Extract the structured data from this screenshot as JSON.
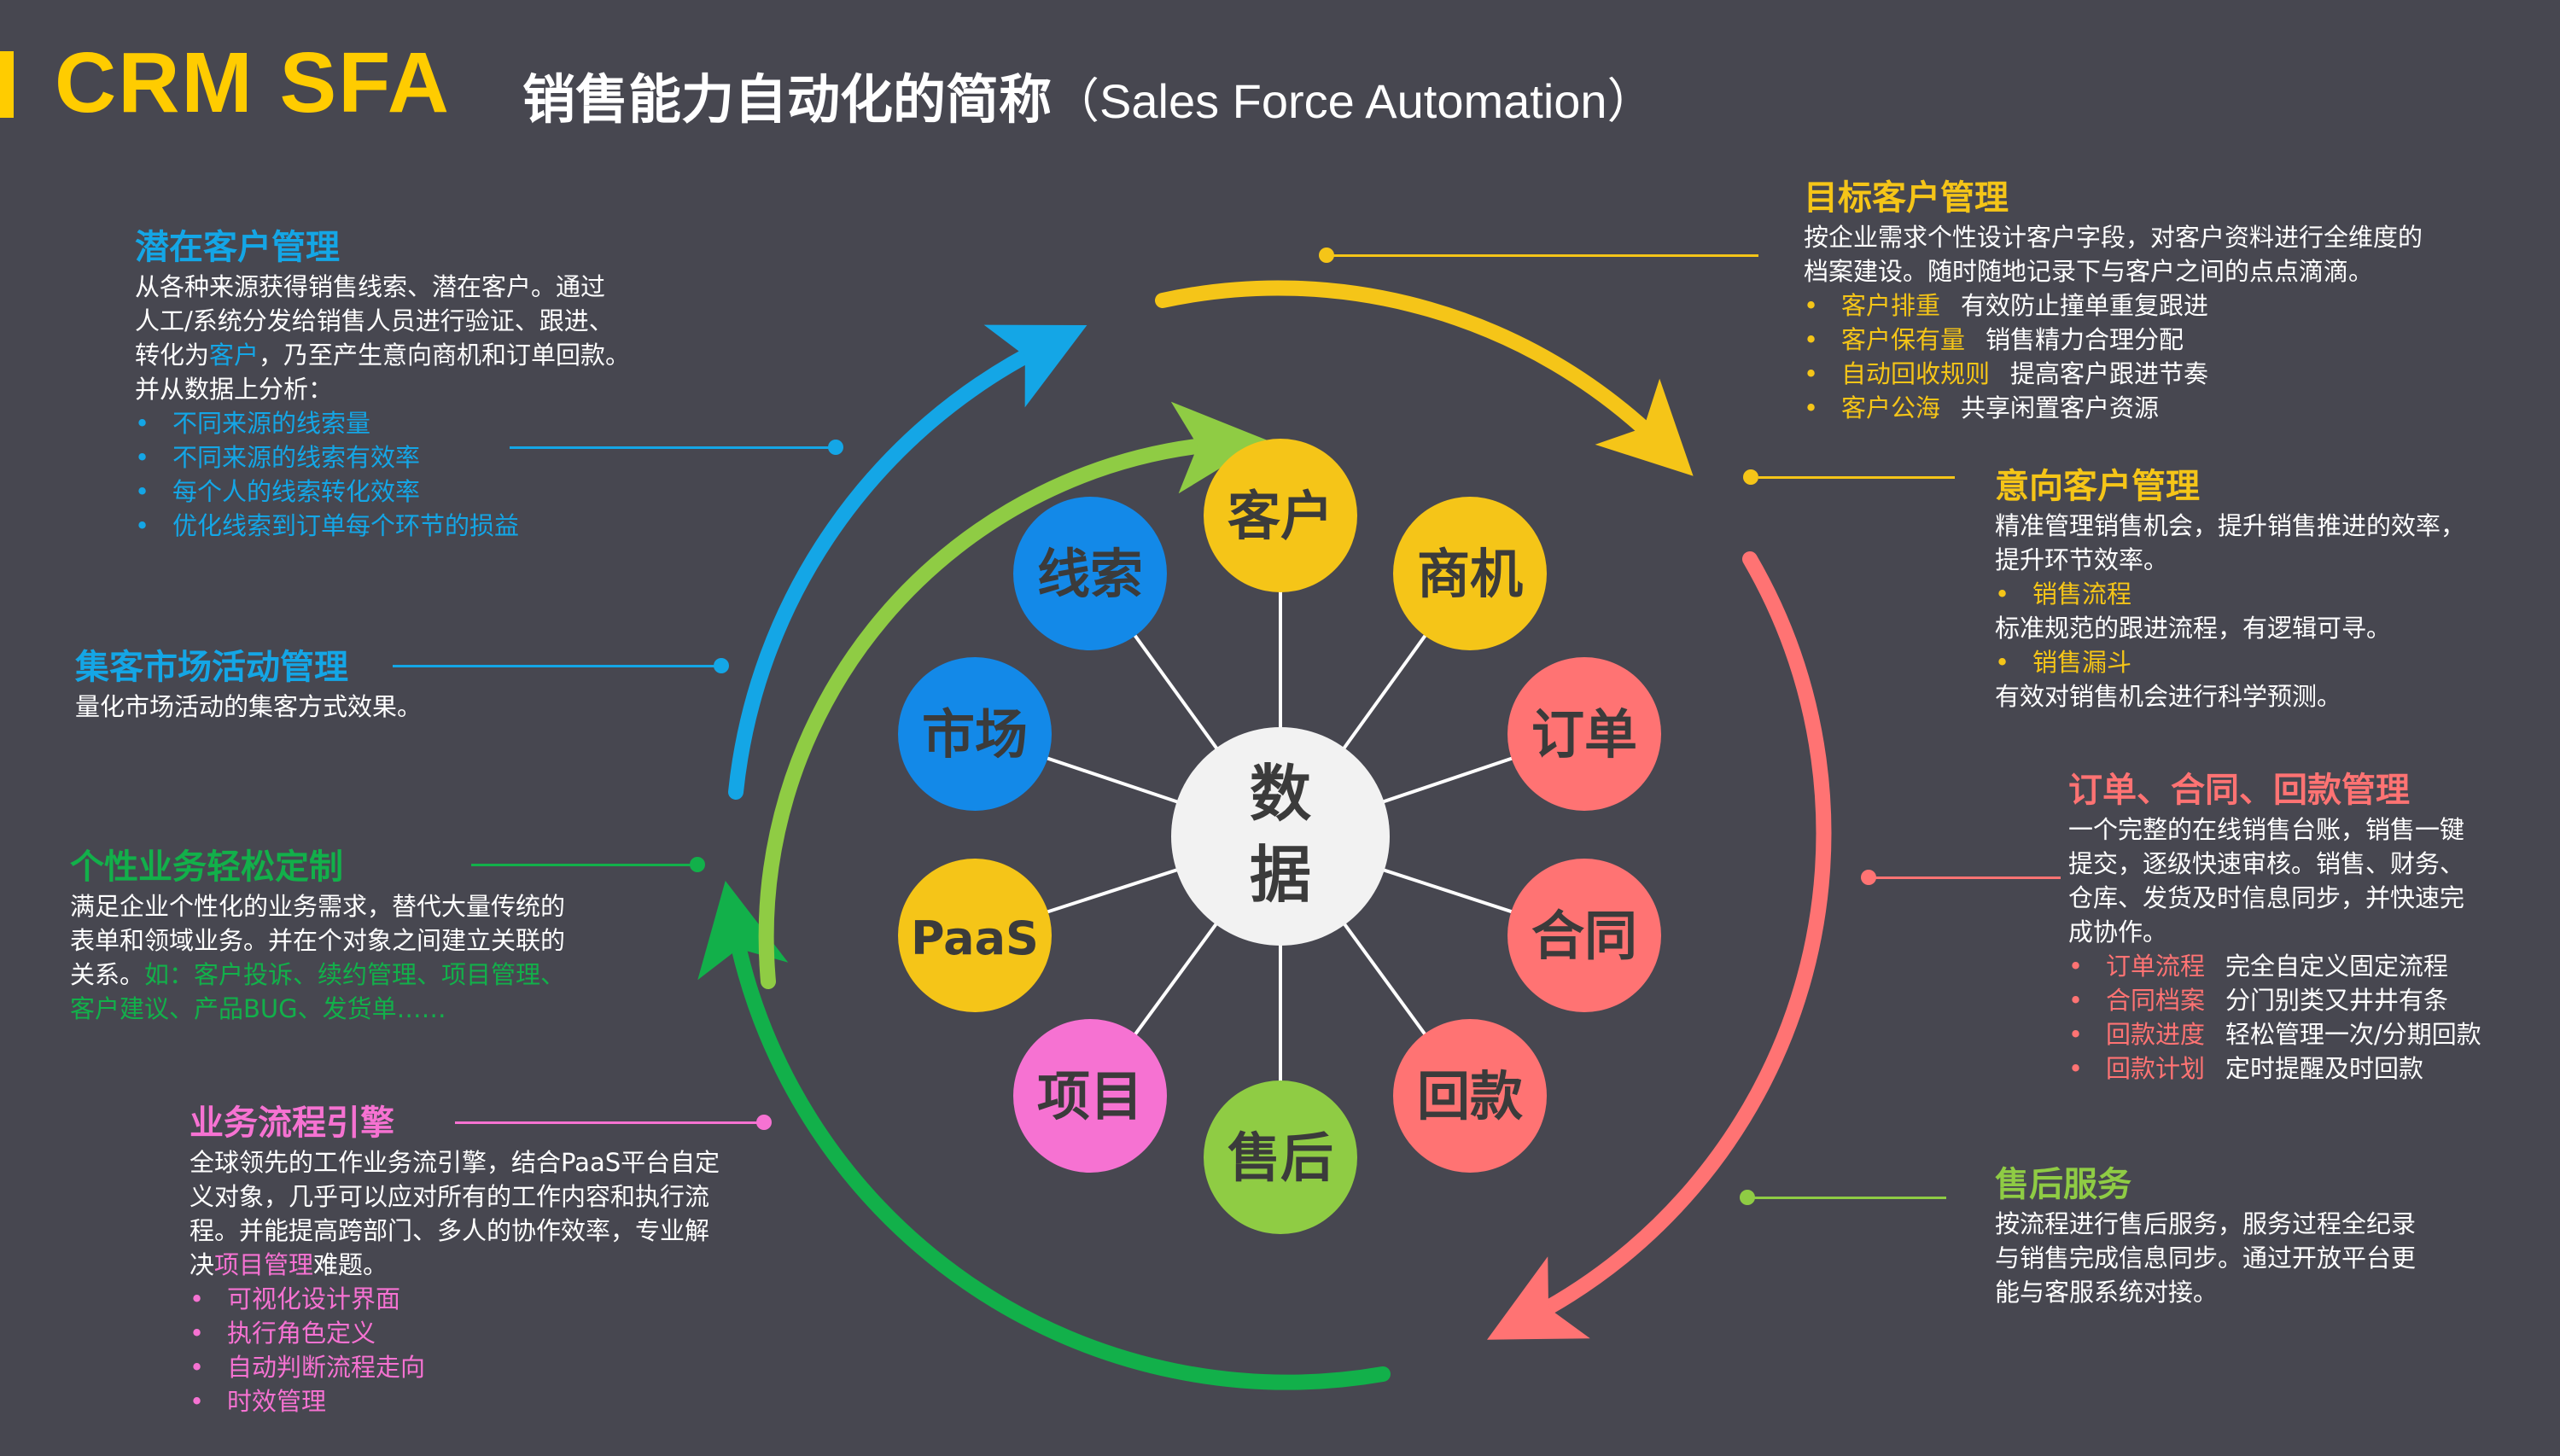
{
  "title": {
    "main": "CRM  SFA",
    "sub": "销售能力自动化的简称",
    "en": "（Sales Force Automation）"
  },
  "colors": {
    "background": "#474750",
    "yellow": "#f5c518",
    "blue": "#14a6e6",
    "green": "#12b04a",
    "lime": "#8fcc44",
    "pink": "#f672d2",
    "salmon": "#ff7373",
    "center": "#f2f2f2"
  },
  "center": {
    "line1": "数",
    "line2": "据"
  },
  "nodes": [
    {
      "id": "customer",
      "label": "客户",
      "color": "#f5c518"
    },
    {
      "id": "opportunity",
      "label": "商机",
      "color": "#f5c518"
    },
    {
      "id": "order",
      "label": "订单",
      "color": "#ff7373"
    },
    {
      "id": "contract",
      "label": "合同",
      "color": "#ff7373"
    },
    {
      "id": "payment",
      "label": "回款",
      "color": "#ff7373"
    },
    {
      "id": "aftersales",
      "label": "售后",
      "color": "#8fcc44"
    },
    {
      "id": "project",
      "label": "项目",
      "color": "#f672d2"
    },
    {
      "id": "paas",
      "label": "PaaS",
      "color": "#f5c518"
    },
    {
      "id": "market",
      "label": "市场",
      "color": "#1389e8"
    },
    {
      "id": "lead",
      "label": "线索",
      "color": "#1389e8"
    }
  ],
  "sections": {
    "potential": {
      "title": "潜在客户管理",
      "body1": "从各种来源获得销售线索、潜在客户。通过",
      "body2": "人工/系统分发给销售人员进行验证、跟进、",
      "body3a": "转化为",
      "body3b": "客户",
      "body3c": "，乃至产生意向商机和订单回款。",
      "body4": "并从数据上分析：",
      "bullets": [
        "不同来源的线索量",
        "不同来源的线索有效率",
        "每个人的线索转化效率",
        "优化线索到订单每个环节的损益"
      ]
    },
    "market": {
      "title": "集客市场活动管理",
      "body": "量化市场活动的集客方式效果。"
    },
    "custom": {
      "title": "个性业务轻松定制",
      "body1": "满足企业个性化的业务需求，替代大量传统的",
      "body2": "表单和领域业务。并在个对象之间建立关联的",
      "body3a": "关系。",
      "body3b": "如：客户投诉、续约管理、项目管理、",
      "body4": "客户建议、产品BUG、发货单……"
    },
    "process": {
      "title": "业务流程引擎",
      "body1": "全球领先的工作业务流引擎，结合PaaS平台自定",
      "body2": "义对象，几乎可以应对所有的工作内容和执行流",
      "body3": "程。并能提高跨部门、多人的协作效率，专业解",
      "body4a": "决",
      "body4b": "项目管理",
      "body4c": "难题。",
      "bullets": [
        "可视化设计界面",
        "执行角色定义",
        "自动判断流程走向",
        "时效管理"
      ]
    },
    "target": {
      "title": "目标客户管理",
      "body1": "按企业需求个性设计客户字段，对客户资料进行全维度的",
      "body2": "档案建设。随时随地记录下与客户之间的点点滴滴。",
      "bullets": [
        {
          "term": "客户排重",
          "desc": "有效防止撞单重复跟进"
        },
        {
          "term": "客户保有量",
          "desc": "销售精力合理分配"
        },
        {
          "term": "自动回收规则",
          "desc": "提高客户跟进节奏"
        },
        {
          "term": "客户公海",
          "desc": "共享闲置客户资源"
        }
      ]
    },
    "intent": {
      "title": "意向客户管理",
      "body1": "精准管理销售机会，提升销售推进的效率，",
      "body2": "提升环节效率。",
      "b1": "销售流程",
      "b1desc": "标准规范的跟进流程，有逻辑可寻。",
      "b2": "销售漏斗",
      "b2desc": "有效对销售机会进行科学预测。"
    },
    "order": {
      "title": "订单、合同、回款管理",
      "body1": "一个完整的在线销售台账，销售一键",
      "body2": "提交，逐级快速审核。销售、财务、",
      "body3": "仓库、发货及时信息同步，并快速完",
      "body4": "成协作。",
      "bullets": [
        {
          "term": "订单流程",
          "desc": "完全自定义固定流程"
        },
        {
          "term": "合同档案",
          "desc": "分门别类又井井有条"
        },
        {
          "term": "回款进度",
          "desc": "轻松管理一次/分期回款"
        },
        {
          "term": "回款计划",
          "desc": "定时提醒及时回款"
        }
      ]
    },
    "service": {
      "title": "售后服务",
      "body1": "按流程进行售后服务，服务过程全纪录",
      "body2": "与销售完成信息同步。通过开放平台更",
      "body3": "能与客服系统对接。"
    }
  }
}
